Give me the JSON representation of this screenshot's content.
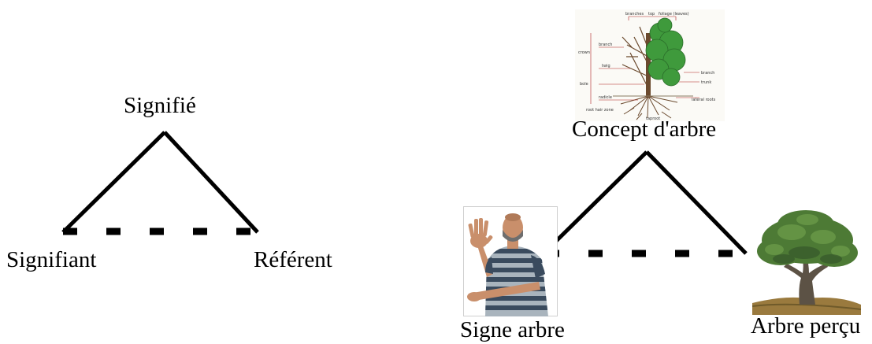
{
  "left_diagram": {
    "apex": "Signifié",
    "left": "Signifiant",
    "right": "Référent"
  },
  "right_diagram": {
    "apex": "Concept d'arbre",
    "left": "Signe arbre",
    "right": "Arbre perçu"
  },
  "tree_illustration": {
    "top_labels": [
      "branches",
      "top",
      "foliage (leaves)"
    ],
    "left_labels": [
      "crown",
      "branch",
      "twig",
      "bole",
      "radicle",
      "root hair zone"
    ],
    "right_labels": [
      "branch",
      "trunk",
      "lateral roots"
    ],
    "bottom_label": "taproot"
  },
  "colors": {
    "line": "#000000",
    "foliage": "#3f9a3c",
    "trunk": "#6b4a2e",
    "annotation": "#b02020",
    "shirt_stripe_dark": "#3a4b5e",
    "shirt_stripe_light": "#a9b4bd",
    "skin": "#c98f6b"
  }
}
